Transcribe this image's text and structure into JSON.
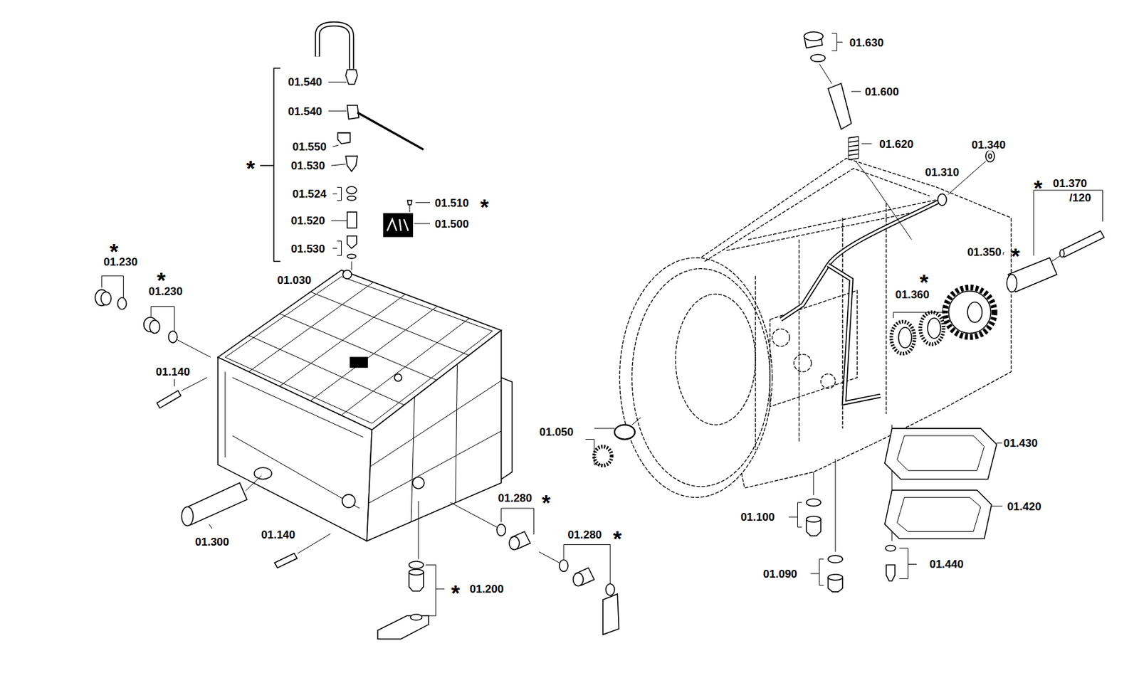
{
  "diagram": {
    "labels": [
      "*",
      "01.540",
      "01.540",
      "01.550",
      "01.530",
      "01.524",
      "01.520",
      "01.530",
      "01.510",
      "*",
      "01.500",
      "*",
      "01.230",
      "*",
      "01.230",
      "01.030",
      "01.140",
      "01.280",
      "*",
      "01.140",
      "01.300",
      "01.280",
      "*",
      "*",
      "01.200",
      "01.630",
      "01.600",
      "01.620",
      "01.340",
      "01.310",
      "*",
      "01.370",
      "/120",
      "01.350",
      "*",
      "*",
      "01.360",
      "01.050",
      "01.430",
      "01.420",
      "01.100",
      "01.440",
      "01.090"
    ]
  }
}
